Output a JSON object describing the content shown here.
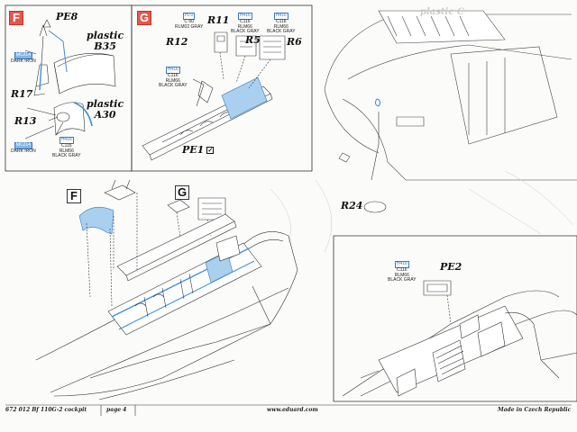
{
  "panel_f": {
    "tag": "F",
    "parts": {
      "pe8": "PE8",
      "r17": "R17",
      "r13": "R13"
    },
    "plastic_b35": [
      "plastic",
      "B35"
    ],
    "plastic_a30": [
      "plastic",
      "A30"
    ],
    "paint_dark_iron_1": {
      "code": "MC214",
      "name": "DARK IRON"
    },
    "paint_dark_iron_2": {
      "code": "MC214",
      "name": "DARK IRON"
    },
    "paint_black_gray": {
      "code": "H416",
      "code2": "C116",
      "rlm": "RLM66",
      "name": "BLACK GRAY"
    }
  },
  "panel_g": {
    "tag": "G",
    "parts": {
      "r11": "R11",
      "r12": "R12",
      "r5": "R5",
      "r6": "R6",
      "pe1": "PE1"
    },
    "pe1_check": "✓",
    "paint_rlm02": {
      "code": "H70",
      "code2": "C 60",
      "name": "RLM02 GRAY"
    },
    "paint_black_gray_1": {
      "code": "H416",
      "code2": "C116",
      "rlm": "RLM66",
      "name": "BLACK GRAY"
    },
    "paint_black_gray_2": {
      "code": "H416",
      "code2": "C116",
      "rlm": "RLM66",
      "name": "BLACK GRAY"
    },
    "paint_black_gray_3": {
      "code": "H416",
      "code2": "C116",
      "rlm": "RLM66",
      "name": "BLACK GRAY"
    }
  },
  "top_right": {
    "plastic_label": "plastic C",
    "r24": "R24"
  },
  "main": {
    "tag_f": "F",
    "tag_g": "G"
  },
  "detail": {
    "pe2": "PE2",
    "paint": {
      "code": "H416",
      "code2": "C116",
      "rlm": "RLM66",
      "name": "BLACK GRAY"
    }
  },
  "footer": {
    "kit": "672 012  Bf 110G-2 cockpit",
    "page": "page 4",
    "site": "www.eduard.com",
    "made_in": "Made in Czech Republic"
  }
}
